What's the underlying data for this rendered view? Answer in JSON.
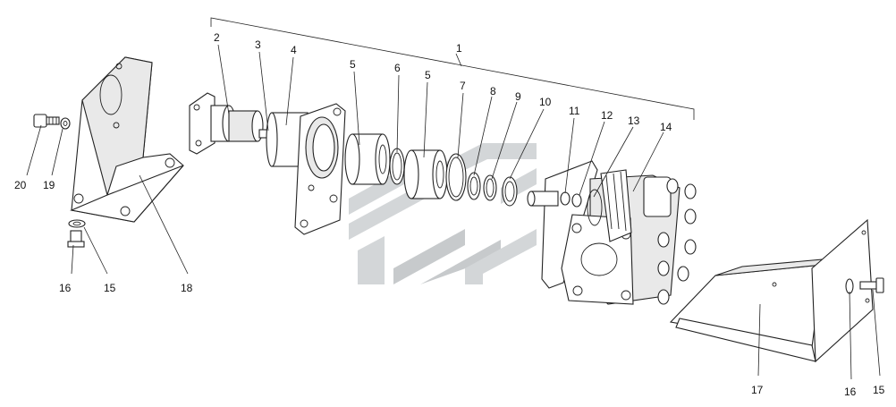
{
  "callouts": {
    "c1": "1",
    "c2": "2",
    "c3": "3",
    "c4": "4",
    "c5a": "5",
    "c5b": "5",
    "c6": "6",
    "c7": "7",
    "c8": "8",
    "c9": "9",
    "c10": "10",
    "c11": "11",
    "c12": "12",
    "c13": "13",
    "c14": "14",
    "c15a": "15",
    "c15b": "15",
    "c16a": "16",
    "c16b": "16",
    "c17": "17",
    "c18": "18",
    "c19": "19",
    "c20": "20"
  },
  "colors": {
    "line": "#222222",
    "watermark": "#d3d6d8"
  }
}
